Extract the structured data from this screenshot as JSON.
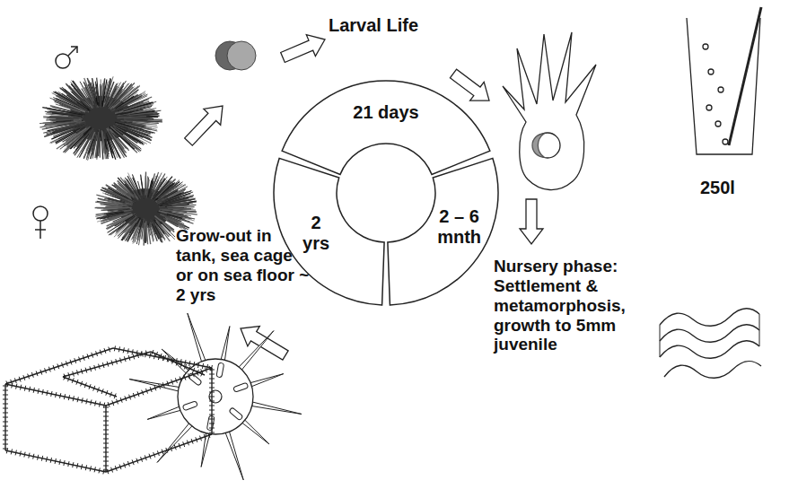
{
  "diagram": {
    "nodes": [
      {
        "text": [
          "21 days"
        ]
      },
      {
        "text": [
          "2 – 6 mnth"
        ]
      },
      {
        "text": [
          "2 yrs"
        ]
      }
    ],
    "labels": [
      "Larval Life",
      "250l",
      "Nursery phase: Settlement & metamorphosis, growth to 5mm juvenile",
      "Grow-out in tank, sea cage or on sea floor ~ 2 yrs"
    ]
  }
}
